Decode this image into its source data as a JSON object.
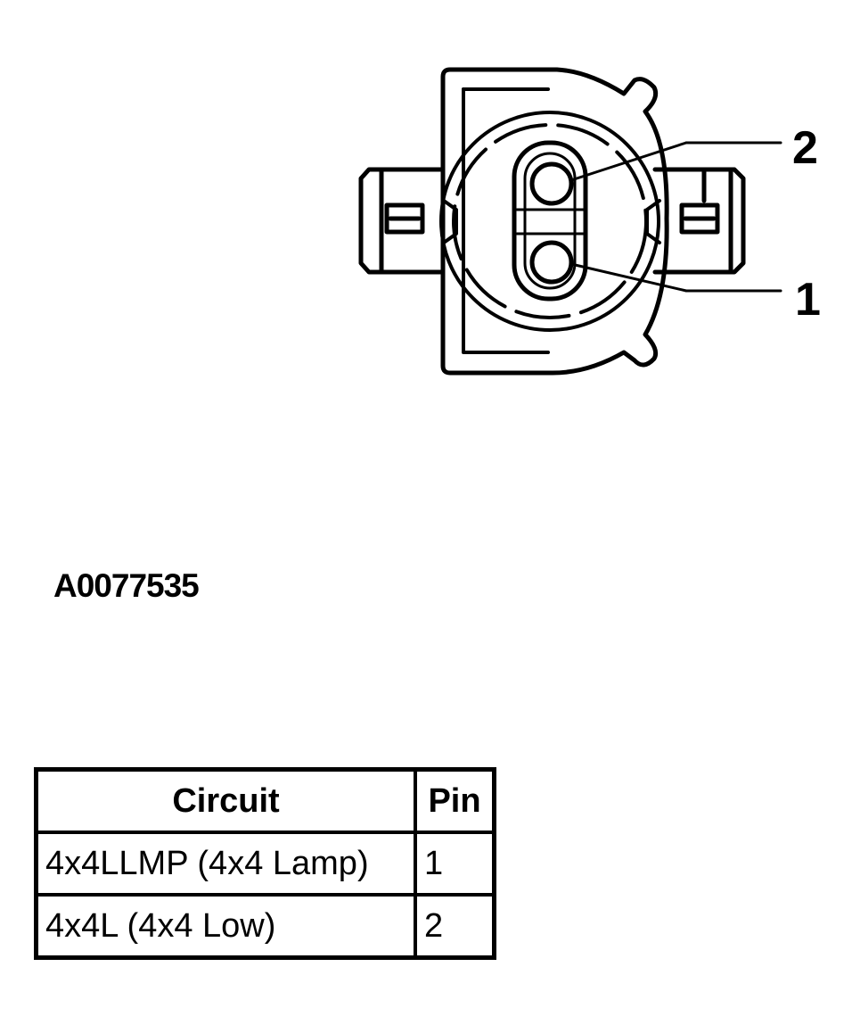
{
  "figure_id": "A0077535",
  "callouts": {
    "pin2": "2",
    "pin1": "1"
  },
  "table": {
    "headers": [
      "Circuit",
      "Pin"
    ],
    "rows": [
      {
        "circuit": "4x4LLMP (4x4 Lamp)",
        "pin": "1"
      },
      {
        "circuit": "4x4L (4x4 Low)",
        "pin": "2"
      }
    ]
  }
}
